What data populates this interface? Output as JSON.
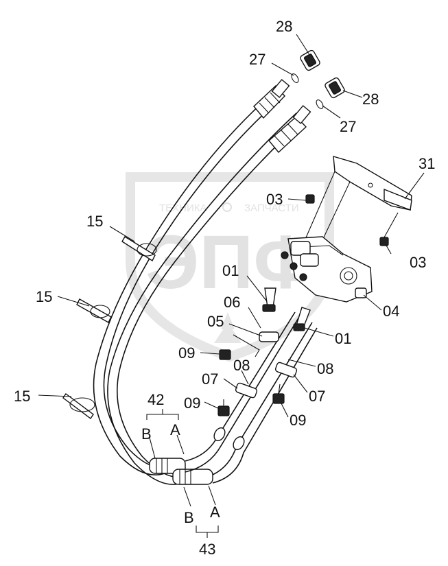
{
  "watermark": {
    "line1": "ТЕХНИКА",
    "line2": "ЗАПЧАСТИ",
    "logo": "ЭПФ"
  },
  "labels": {
    "p28_top": "28",
    "p27_top": "27",
    "p28_right": "28",
    "p27_right": "27",
    "p31": "31",
    "p03_left": "03",
    "p03_right": "03",
    "p15_a": "15",
    "p15_b": "15",
    "p15_c": "15",
    "p01_a": "01",
    "p06": "06",
    "p04": "04",
    "p05": "05",
    "p01_b": "01",
    "p09_a": "09",
    "p08_a": "08",
    "p08_b": "08",
    "p07_a": "07",
    "p07_b": "07",
    "p09_b": "09",
    "p09_c": "09",
    "p42": "42",
    "p42_b": "B",
    "p42_a": "A",
    "p43_b": "B",
    "p43_a": "A",
    "p43": "43"
  }
}
